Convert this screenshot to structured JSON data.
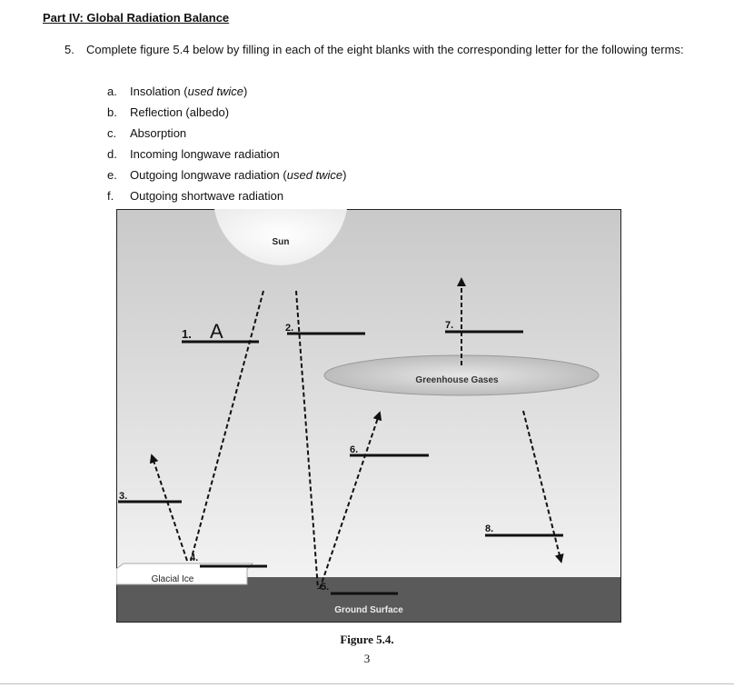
{
  "section_heading": "Part IV: Global Radiation Balance",
  "question": {
    "number": "5.",
    "text": "Complete figure 5.4 below by filling in each of the eight blanks with the corresponding letter for the following terms:"
  },
  "terms": [
    {
      "letter": "a.",
      "text": "Insolation (",
      "note": "used twice",
      "close": ")"
    },
    {
      "letter": "b.",
      "text": "Reflection (albedo)",
      "note": "",
      "close": ""
    },
    {
      "letter": "c.",
      "text": "Absorption",
      "note": "",
      "close": ""
    },
    {
      "letter": "d.",
      "text": "Incoming longwave radiation",
      "note": "",
      "close": ""
    },
    {
      "letter": "e.",
      "text": "Outgoing longwave radiation (",
      "note": "used twice",
      "close": ")"
    },
    {
      "letter": "f.",
      "text": "Outgoing shortwave radiation",
      "note": "",
      "close": ""
    }
  ],
  "figure": {
    "sun_label": "Sun",
    "greenhouse_label": "Greenhouse Gases",
    "glacial_ice_label": "Glacial Ice",
    "ground_label": "Ground Surface",
    "blanks": [
      {
        "label": "1.",
        "answer": "A"
      },
      {
        "label": "2.",
        "answer": ""
      },
      {
        "label": "3.",
        "answer": ""
      },
      {
        "label": "4.",
        "answer": ""
      },
      {
        "label": "5.",
        "answer": ""
      },
      {
        "label": "6.",
        "answer": ""
      },
      {
        "label": "7.",
        "answer": ""
      },
      {
        "label": "8.",
        "answer": ""
      }
    ]
  },
  "caption": "Figure 5.4.",
  "page_number": "3"
}
